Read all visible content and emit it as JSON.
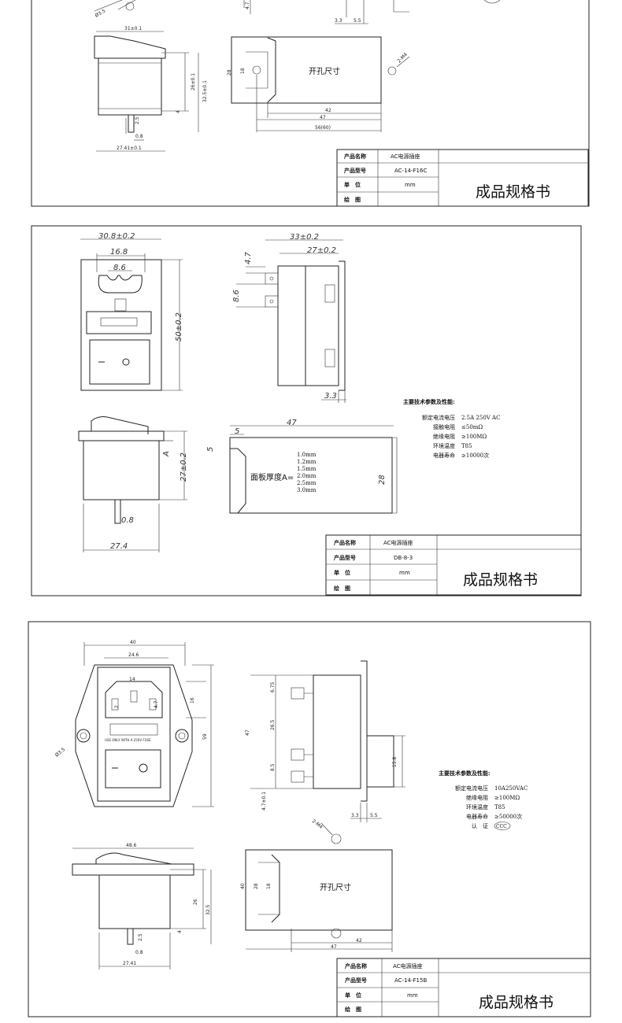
{
  "sheets": [
    {
      "title_block": {
        "product_name_label": "产品名称",
        "product_name": "AC电源插座",
        "model_label": "产品型号",
        "model": "AC-14-F16C",
        "unit_label": "单　位",
        "unit": "mm",
        "drawing_label": "绘　图",
        "drawing": "",
        "heading": "成品规格书"
      },
      "cutout_label": "开孔尺寸",
      "dims": {
        "width_top": "31±0.1",
        "height_inner": "26±0.1",
        "height_outer": "32.5±0.1",
        "pin_len": "2.5",
        "pin_thk": "0.8",
        "total_width": "27.41±0.1",
        "cut_42": "42",
        "cut_47": "47",
        "cut_56": "56(60)",
        "cut_28": "28",
        "cut_18": "18",
        "m4": "2-M4",
        "top_4_7": "4.7",
        "top_3_3": "3.3",
        "top_5_5": "5.5",
        "top_3_5": "Ø3.5",
        "side_4": "4"
      }
    },
    {
      "title_block": {
        "product_name_label": "产品名称",
        "product_name": "AC电源插座",
        "model_label": "产品型号",
        "model": "DB-8-3",
        "unit_label": "单　位",
        "unit": "mm",
        "drawing_label": "绘　图",
        "drawing": "",
        "heading": "成品规格书"
      },
      "dims": {
        "front_w": "30.8±0.2",
        "front_16_8": "16.8",
        "front_8_6": "8.6",
        "front_h": "50±0.2",
        "side_w": "33±0.2",
        "side_27": "27±0.2",
        "side_4_7": "4.7",
        "side_8_6": "8.6",
        "side_3_3": "3.3",
        "bot_h": "27±0.2",
        "bot_a": "A",
        "bot_0_8": "0.8",
        "bot_27_4": "27.4",
        "panel_47": "47",
        "panel_5a": "5",
        "panel_5b": "5",
        "panel_28": "28"
      },
      "panel_label": "面板厚度A=",
      "panel_values": [
        "1.0mm",
        "1.2mm",
        "1.5mm",
        "2.0mm",
        "2.5mm",
        "3.0mm"
      ],
      "specs_title": "主要技术参数及性能:",
      "specs": [
        {
          "label": "额定电流电压",
          "value": "2.5A 250V AC"
        },
        {
          "label": "接触电阻",
          "value": "≤50mΩ"
        },
        {
          "label": "绝缘电阻",
          "value": "≥100MΩ"
        },
        {
          "label": "环境温度",
          "value": "T85"
        },
        {
          "label": "电器寿命",
          "value": "≥10000次"
        }
      ]
    },
    {
      "title_block": {
        "product_name_label": "产品名称",
        "product_name": "AC电源插座",
        "model_label": "产品型号",
        "model": "AC-14-F15B",
        "unit_label": "单　位",
        "unit": "mm",
        "drawing_label": "绘　图",
        "drawing": "",
        "heading": "成品规格书"
      },
      "cutout_label": "开孔尺寸",
      "fuse_text": "USE ONLY WITH A 250V FUSE",
      "dims": {
        "f_40": "40",
        "f_24_6": "24.6",
        "f_14": "14",
        "f_16": "16",
        "f_59": "59",
        "f_3_5": "Ø3.5",
        "f_4_7": "4.7",
        "f_2": "2",
        "s_6_75": "6.75",
        "s_26_5": "26.5",
        "s_8_5": "8.5",
        "s_47": "47",
        "s_4_7": "4.7±0.1",
        "s_3_3": "3.3",
        "s_5_5": "5.5",
        "s_15_8": "15.8",
        "b_48_6": "48.6",
        "b_26": "26",
        "b_32_5": "32.5",
        "b_4": "4",
        "b_2_5": "2.5",
        "b_0_8": "0.8",
        "b_27_41": "27.41",
        "c_40": "40",
        "c_28": "28",
        "c_18": "18",
        "c_42": "42",
        "c_47": "47",
        "c_m4": "2-M4"
      },
      "specs_title": "主要技术参数及性能:",
      "specs": [
        {
          "label": "额定电流电压",
          "value": "10A250VAC"
        },
        {
          "label": "绝缘电阻",
          "value": "≥100MΩ"
        },
        {
          "label": "环境温度",
          "value": "T85"
        },
        {
          "label": "电器寿命",
          "value": "≥50000次"
        },
        {
          "label": "认　证",
          "value": "CCC"
        }
      ]
    }
  ]
}
